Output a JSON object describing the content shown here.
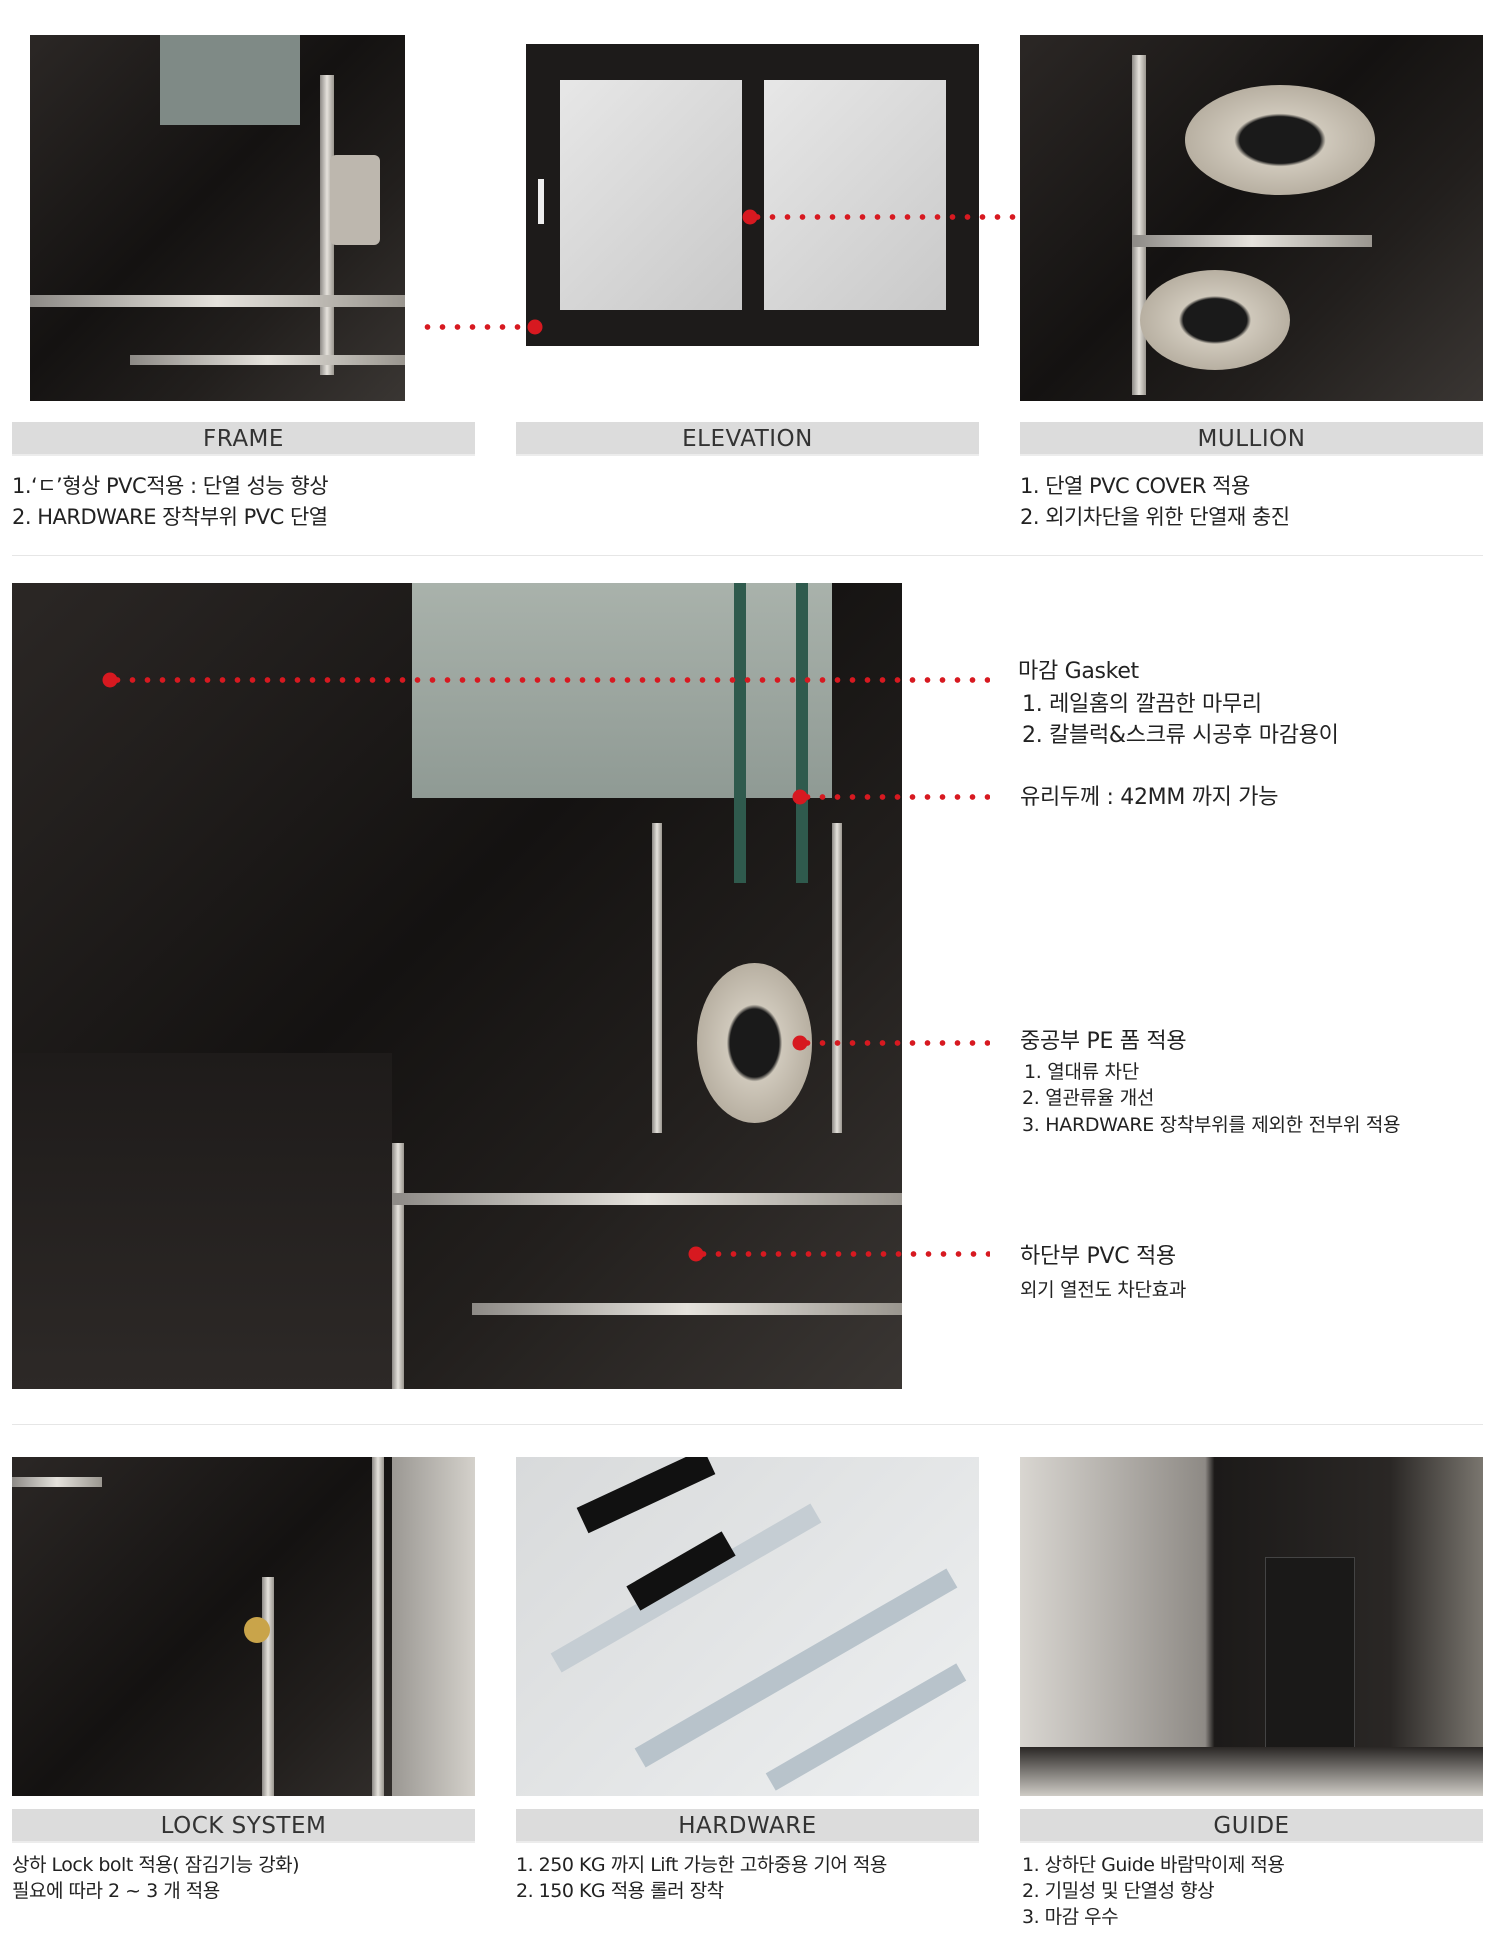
{
  "top": [
    {
      "title": "FRAME",
      "lines": [
        "1.‘ㄷ’형상 PVC적용 : 단열 성능 향상",
        "2. HARDWARE 장착부위 PVC 단열"
      ]
    },
    {
      "title": "ELEVATION",
      "lines": []
    },
    {
      "title": "MULLION",
      "lines": [
        "1. 단열 PVC COVER 적용",
        "2. 외기차단을 위한 단열재 충진"
      ]
    }
  ],
  "detail": {
    "gasket": {
      "title": "마감 Gasket",
      "lines": [
        "1. 레일홈의 깔끔한 마무리",
        "2. 칼블럭&스크류 시공후 마감용이"
      ]
    },
    "glass": {
      "title": "유리두께 : 42MM 까지 가능"
    },
    "foam": {
      "title": "중공부 PE 폼 적용",
      "lines": [
        "1. 열대류 차단",
        "2. 열관류율 개선",
        "3. HARDWARE 장착부위를 제외한 전부위 적용"
      ]
    },
    "pvc": {
      "title": "하단부 PVC 적용",
      "lines": [
        "외기 열전도 차단효과"
      ]
    }
  },
  "bottom": [
    {
      "title": "LOCK SYSTEM",
      "lines": [
        "상하 Lock bolt 적용( 잠김기능 강화)",
        "필요에 따라 2 ~ 3 개 적용"
      ]
    },
    {
      "title": "HARDWARE",
      "lines": [
        "1. 250 KG 까지 Lift 가능한 고하중용 기어 적용",
        "2. 150 KG 적용 롤러 장착"
      ]
    },
    {
      "title": "GUIDE",
      "lines": [
        "1. 상하단 Guide 바람막이제 적용",
        "2. 기밀성 및 단열성 향상",
        "3. 마감 우수"
      ]
    }
  ],
  "colors": {
    "accent": "#d71920",
    "bar": "#dcdcdc"
  }
}
